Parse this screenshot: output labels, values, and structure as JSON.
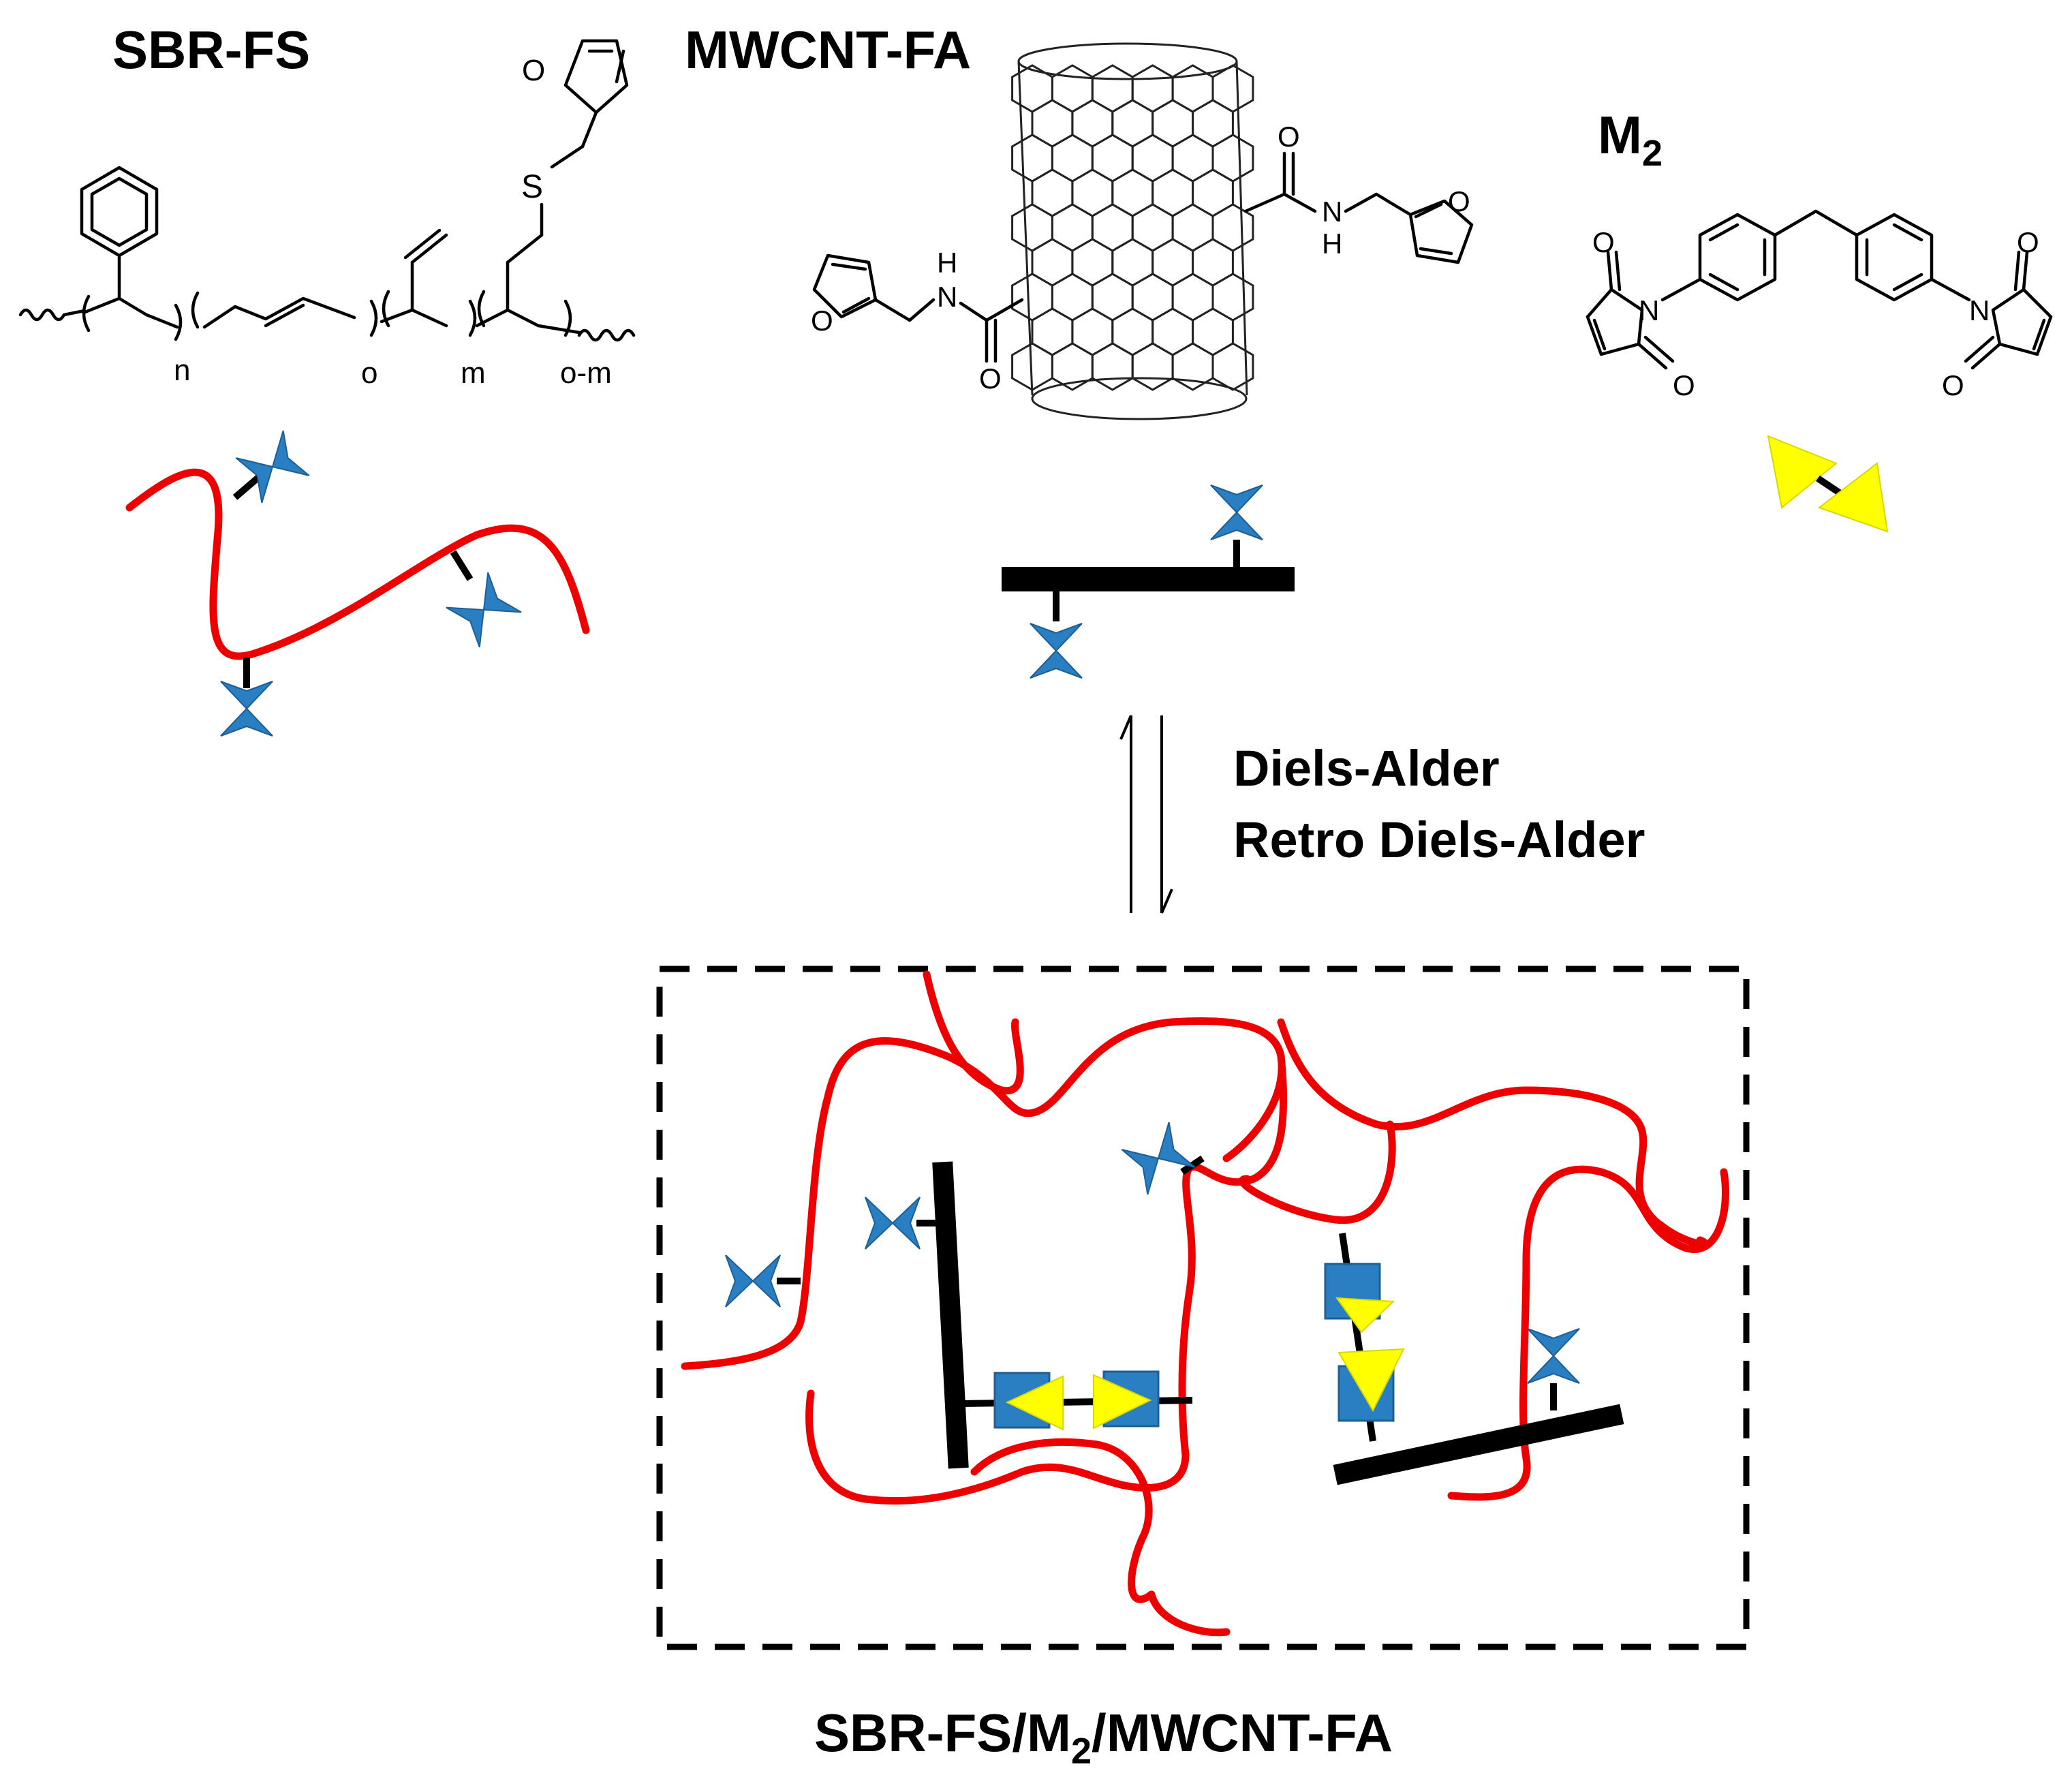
{
  "labels": {
    "sbr_fs": "SBR-FS",
    "mwcnt_fa": "MWCNT-FA",
    "m2_main": "M",
    "m2_sub": "2",
    "reaction_forward": "Diels-Alder",
    "reaction_reverse": "Retro Diels-Alder",
    "product_part1": "SBR-FS/M",
    "product_sub": "2",
    "product_part2": "/MWCNT-FA"
  },
  "subscripts": {
    "n": "n",
    "o": "o",
    "m": "m",
    "o_minus_m": "o-m"
  },
  "atoms": {
    "oxygen": "O",
    "sulfur": "S",
    "nitrogen": "N",
    "hydrogen": "H"
  },
  "colors": {
    "polymer_chain": "#ee0000",
    "furan_group": "#2a7fc2",
    "maleimide_group": "#ffff00",
    "nanotube_bar": "#000000"
  },
  "icons": {
    "furan": "blue-bowtie-icon",
    "maleimide": "yellow-triangle-icon",
    "equilibrium": "equilibrium-arrows-icon"
  }
}
